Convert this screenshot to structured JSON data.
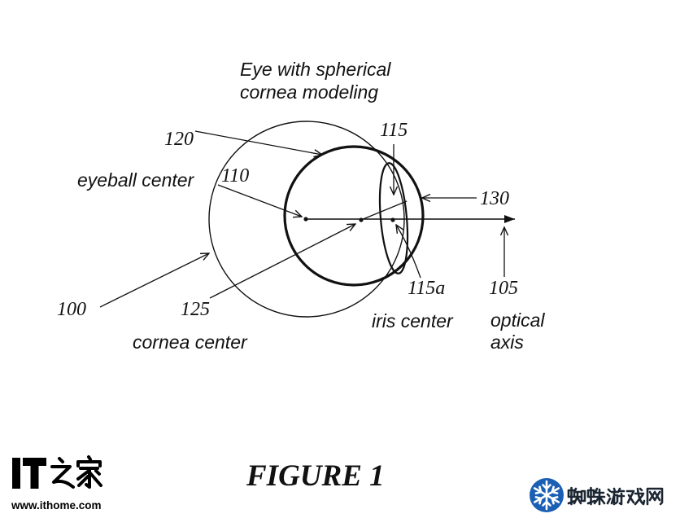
{
  "figure": {
    "title_lines": [
      "Eye with spherical",
      "cornea modeling"
    ],
    "caption": "FIGURE 1",
    "labels": {
      "eyeball_center": "eyeball center",
      "cornea_center": "cornea center",
      "iris_center": "iris center",
      "optical_axis_lines": [
        "optical",
        "axis"
      ]
    },
    "reference_numerals": {
      "outer_circle": "100",
      "optical_axis": "105",
      "eyeball_center": "110",
      "iris": "115",
      "iris_center": "115a",
      "cornea_circle": "120",
      "cornea_center": "125",
      "cornea_edge": "130"
    }
  },
  "watermarks": {
    "ithome": {
      "logo_text": "IT之家",
      "url": "www.ithome.com"
    },
    "game_site": {
      "logo_text": "蜘蛛游戏网",
      "icon": "snowflake-icon"
    }
  },
  "colors": {
    "ink": "#111111",
    "background": "#ffffff",
    "game_logo_blue": "#1b5fb5",
    "game_logo_text": "#1c2733"
  }
}
